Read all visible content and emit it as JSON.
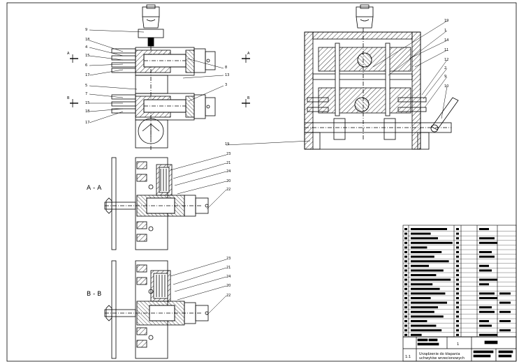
{
  "drawing": {
    "section_labels": {
      "aa": "A - A",
      "bb": "B - B"
    },
    "cut_marks": {
      "a": "A",
      "b": "B"
    },
    "front_view_callouts": [
      "9",
      "18",
      "4",
      "15",
      "6",
      "17",
      "8",
      "13",
      "5",
      "7",
      "15",
      "18",
      "17",
      "3"
    ],
    "side_view_callouts": [
      "19",
      "1",
      "14",
      "11",
      "12",
      "2",
      "9",
      "10",
      "19"
    ],
    "section_aa_callouts": [
      "23",
      "21",
      "24",
      "20",
      "22"
    ],
    "section_bb_callouts": [
      "23",
      "21",
      "24",
      "20",
      "22"
    ]
  },
  "title_block": {
    "title_line1": "Urządzenie do kłapania",
    "title_line2": "uchwytów wrzecionowych",
    "scale": "1:1",
    "sheet_no": "1"
  }
}
